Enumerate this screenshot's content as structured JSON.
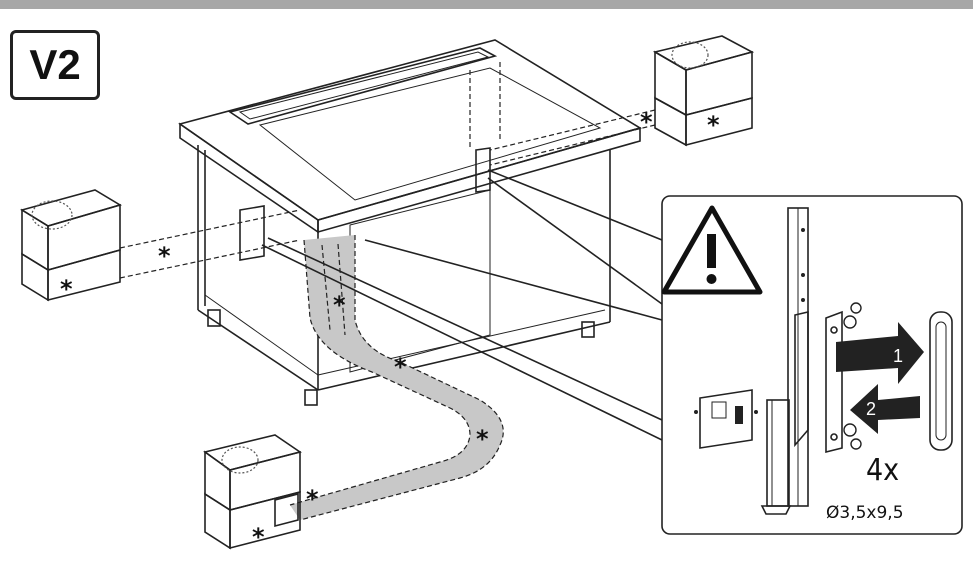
{
  "header": {
    "variant_label": "V2"
  },
  "callout": {
    "warning_icon": "warning-triangle-icon",
    "step_1": "1",
    "step_2": "2",
    "screw_quantity": "4x",
    "screw_size": "Ø3,5x9,5"
  },
  "markers": {
    "symbol": "*"
  },
  "colors": {
    "duct_fill": "#c8c8c8",
    "top_bar": "#a7a7a7",
    "line": "#222222"
  }
}
